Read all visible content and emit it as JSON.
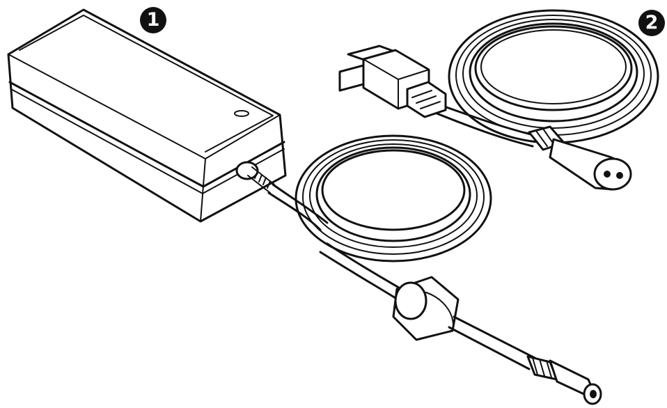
{
  "callouts": [
    {
      "label": "1",
      "item": "power-adapter"
    },
    {
      "label": "2",
      "item": "ac-power-cord"
    }
  ],
  "colors": {
    "line": "#111111",
    "fill": "#ffffff",
    "badge": "#111111"
  }
}
